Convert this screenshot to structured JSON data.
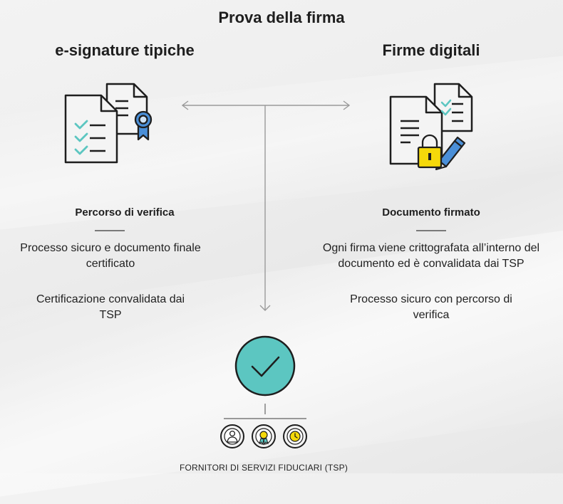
{
  "title": "Prova della firma",
  "left": {
    "heading": "e-signature tipiche",
    "subheading": "Percorso di verifica",
    "paragraph1": "Processo sicuro e documento finale certificato",
    "paragraph2": "Certificazione convalidata dai TSP"
  },
  "right": {
    "heading": "Firme digitali",
    "subheading": "Documento firmato",
    "paragraph1": "Ogni firma viene crittografata all’interno del documento ed è convalidata dai TSP",
    "paragraph2": "Processo sicuro con percorso di verifica"
  },
  "footer": "FORNITORI DI SERVIZI FIDUCIARI (TSP)",
  "colors": {
    "teal": "#5cc6c1",
    "blue": "#4a8fd8",
    "yellow": "#f5d90a",
    "ink": "#1e1e1e",
    "line": "#9a9a9a"
  },
  "icons": {
    "left_doc": "documents-with-checklist-and-ribbon-badge-icon",
    "right_doc": "document-with-lock-and-pen-icon",
    "center": "checkmark-circle-icon",
    "tsp": [
      "person-badge-icon",
      "award-badge-icon",
      "clock-badge-icon"
    ]
  }
}
